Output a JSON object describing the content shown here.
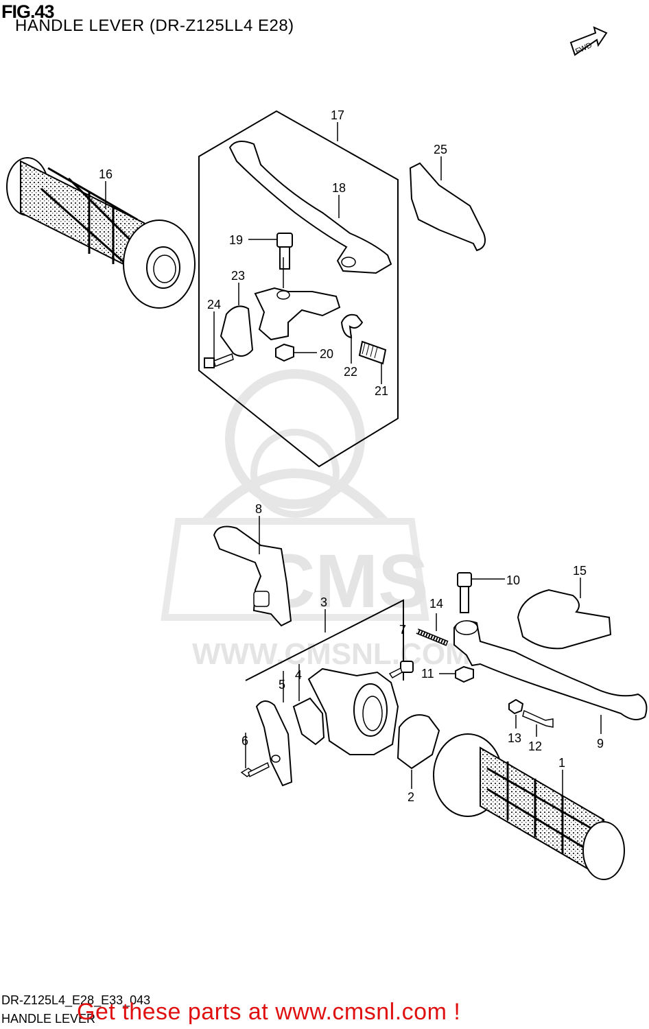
{
  "header": {
    "fig_label": "FIG.43",
    "title": "HANDLE LEVER (DR-Z125LL4 E28)"
  },
  "fwd_badge": "FWD",
  "watermark": {
    "brand": "CMS",
    "url": "WWW.CMSNL.COM"
  },
  "callouts": [
    "1",
    "2",
    "3",
    "4",
    "5",
    "6",
    "7",
    "8",
    "9",
    "10",
    "11",
    "12",
    "13",
    "14",
    "15",
    "16",
    "17",
    "18",
    "19",
    "20",
    "21",
    "22",
    "23",
    "24",
    "25"
  ],
  "footer": {
    "diagram_code": "DR-Z125L4_E28_E33_043",
    "diagram_name": "HANDLE LEVER",
    "cta": "Get these parts at www.cmsnl.com !"
  }
}
